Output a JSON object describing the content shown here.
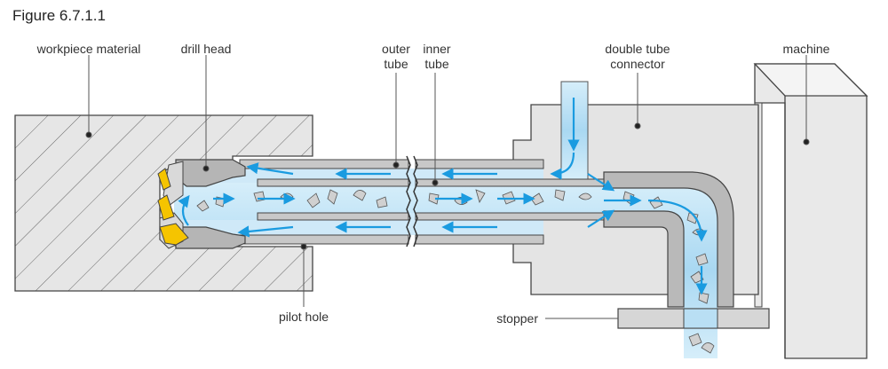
{
  "figure": {
    "title": "Figure 6.7.1.1"
  },
  "labels": {
    "workpiece_material": "workpiece material",
    "drill_head": "drill head",
    "outer_tube_1": "outer",
    "outer_tube_2": "tube",
    "inner_tube_1": "inner",
    "inner_tube_2": "tube",
    "double_tube_connector_1": "double tube",
    "double_tube_connector_2": "connector",
    "machine": "machine",
    "pilot_hole": "pilot hole",
    "stopper": "stopper"
  },
  "colors": {
    "coolant_flow": "#1a9be0",
    "fluid_fill": "#bfe2f5",
    "tube_grey": "#c8c8c8",
    "cutting_insert": "#f5c400",
    "outline": "#444444"
  }
}
